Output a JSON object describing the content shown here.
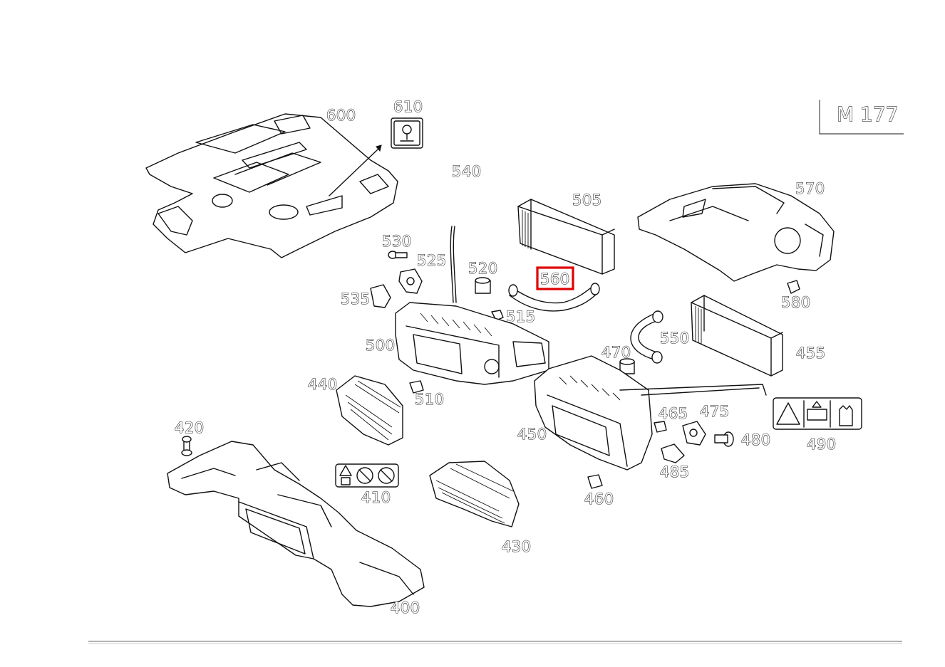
{
  "model": "M 177",
  "highlighted_part": "560",
  "highlight_color": "#e00000",
  "parts": [
    {
      "id": "p600",
      "label": "600",
      "icon": "engine-cover-top"
    },
    {
      "id": "p610",
      "label": "610",
      "icon": "oil-label-icon"
    },
    {
      "id": "p540",
      "label": "540",
      "icon": "cable"
    },
    {
      "id": "p505",
      "label": "505",
      "icon": "air-filter-element"
    },
    {
      "id": "p570",
      "label": "570",
      "icon": "engine-cover-right"
    },
    {
      "id": "p530",
      "label": "530",
      "icon": "screw"
    },
    {
      "id": "p525",
      "label": "525",
      "icon": "sensor"
    },
    {
      "id": "p520",
      "label": "520",
      "icon": "grommet"
    },
    {
      "id": "p560",
      "label": "560",
      "icon": "air-hose"
    },
    {
      "id": "p535",
      "label": "535",
      "icon": "bracket"
    },
    {
      "id": "p515",
      "label": "515",
      "icon": "clip"
    },
    {
      "id": "p580",
      "label": "580",
      "icon": "fastener"
    },
    {
      "id": "p500",
      "label": "500",
      "icon": "air-filter-housing-left"
    },
    {
      "id": "p550",
      "label": "550",
      "icon": "air-hose"
    },
    {
      "id": "p470",
      "label": "470",
      "icon": "grommet"
    },
    {
      "id": "p455",
      "label": "455",
      "icon": "air-filter-element"
    },
    {
      "id": "p440",
      "label": "440",
      "icon": "air-duct"
    },
    {
      "id": "p510",
      "label": "510",
      "icon": "clip"
    },
    {
      "id": "p420",
      "label": "420",
      "icon": "screw"
    },
    {
      "id": "p465",
      "label": "465",
      "icon": "clip"
    },
    {
      "id": "p475",
      "label": "475",
      "icon": "sensor"
    },
    {
      "id": "p450",
      "label": "450",
      "icon": "air-filter-housing-right"
    },
    {
      "id": "p480",
      "label": "480",
      "icon": "bolt"
    },
    {
      "id": "p490",
      "label": "490",
      "icon": "warning-label-icon"
    },
    {
      "id": "p485",
      "label": "485",
      "icon": "connector"
    },
    {
      "id": "p410",
      "label": "410",
      "icon": "warning-label-icon"
    },
    {
      "id": "p460",
      "label": "460",
      "icon": "clip"
    },
    {
      "id": "p430",
      "label": "430",
      "icon": "air-duct"
    },
    {
      "id": "p400",
      "label": "400",
      "icon": "intake-duct-lower"
    }
  ]
}
